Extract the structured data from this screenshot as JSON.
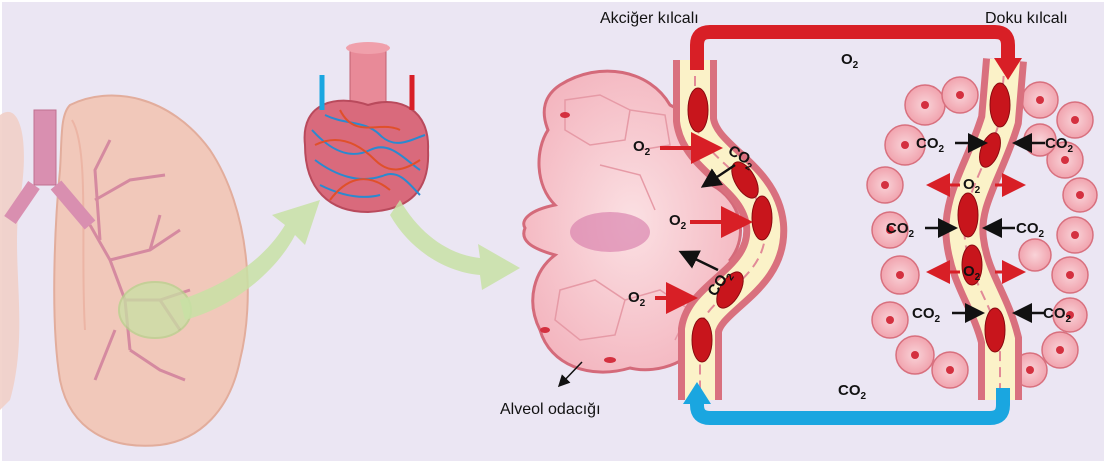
{
  "labels": {
    "lung_capillary": "Akciğer kılcalı",
    "tissue_capillary": "Doku kılcalı",
    "alveolus": "Alveol odacığı"
  },
  "gases": {
    "o2_main": "O",
    "o2_sub": "2",
    "co2_main": "CO",
    "co2_sub": "2"
  },
  "colors": {
    "background": "#ebe6f3",
    "oxygen_arrow": "#d81f26",
    "co2_arrow": "#1aa6e0",
    "tissue": "#f5b8c0",
    "blood": "#c8151c",
    "plasma": "#fbf2c8",
    "guide_arrow": "#c8e0a4"
  }
}
